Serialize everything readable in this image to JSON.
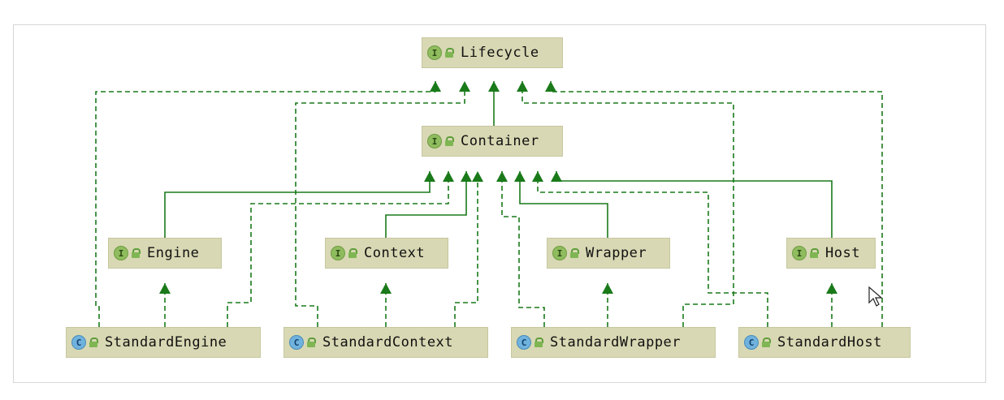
{
  "diagram": {
    "nodes": {
      "lifecycle": {
        "label": "Lifecycle",
        "kind": "I"
      },
      "container": {
        "label": "Container",
        "kind": "I"
      },
      "engine": {
        "label": "Engine",
        "kind": "I"
      },
      "context": {
        "label": "Context",
        "kind": "I"
      },
      "wrapper": {
        "label": "Wrapper",
        "kind": "I"
      },
      "host": {
        "label": "Host",
        "kind": "I"
      },
      "standard_engine": {
        "label": "StandardEngine",
        "kind": "C"
      },
      "standard_context": {
        "label": "StandardContext",
        "kind": "C"
      },
      "standard_wrapper": {
        "label": "StandardWrapper",
        "kind": "C"
      },
      "standard_host": {
        "label": "StandardHost",
        "kind": "C"
      }
    },
    "edges": [
      {
        "from": "Container",
        "to": "Lifecycle",
        "style": "extends"
      },
      {
        "from": "Engine",
        "to": "Container",
        "style": "extends"
      },
      {
        "from": "Context",
        "to": "Container",
        "style": "extends"
      },
      {
        "from": "Wrapper",
        "to": "Container",
        "style": "extends"
      },
      {
        "from": "Host",
        "to": "Container",
        "style": "extends"
      },
      {
        "from": "StandardEngine",
        "to": "Engine",
        "style": "implements"
      },
      {
        "from": "StandardContext",
        "to": "Context",
        "style": "implements"
      },
      {
        "from": "StandardWrapper",
        "to": "Wrapper",
        "style": "implements"
      },
      {
        "from": "StandardHost",
        "to": "Host",
        "style": "implements"
      },
      {
        "from": "StandardEngine",
        "to": "Lifecycle",
        "style": "implements"
      },
      {
        "from": "StandardContext",
        "to": "Lifecycle",
        "style": "implements"
      },
      {
        "from": "StandardWrapper",
        "to": "Lifecycle",
        "style": "implements"
      },
      {
        "from": "StandardHost",
        "to": "Lifecycle",
        "style": "implements"
      },
      {
        "from": "StandardEngine",
        "to": "Container",
        "style": "implements"
      },
      {
        "from": "StandardContext",
        "to": "Container",
        "style": "implements"
      },
      {
        "from": "StandardWrapper",
        "to": "Container",
        "style": "implements"
      },
      {
        "from": "StandardHost",
        "to": "Container",
        "style": "implements"
      }
    ],
    "colors": {
      "edge": "#1a7a1a",
      "node_fill": "#d8d8b4",
      "interface_badge": "#8fbc5e",
      "class_badge": "#6fb2dd"
    },
    "icons": {
      "interface": "interface-icon",
      "class": "class-icon",
      "visibility": "public-lock-icon",
      "pointer": "mouse-cursor-icon"
    }
  }
}
